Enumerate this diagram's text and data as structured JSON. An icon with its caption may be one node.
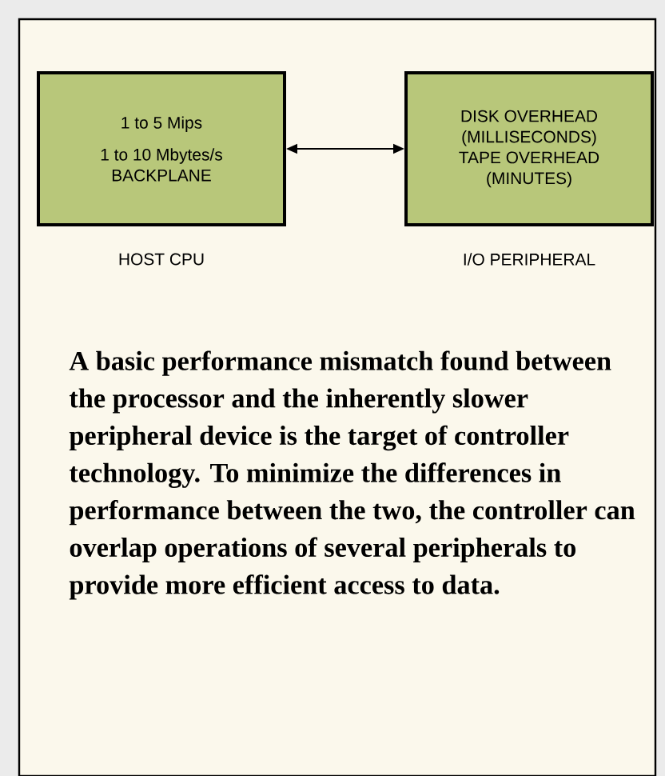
{
  "diagram": {
    "caption": "A basic performance mismatch found between the processor and the inherently slower peripheral device is the target of controller technology. To minimize the differences in performance between the two, the controller can overlap operations of several peripherals to provide more efficient access to data.",
    "nodes": [
      {
        "text": [
          "1 to 5 Mips",
          "1 to 10 Mbytes/s BACKPLANE",
          "HOST CPU"
        ]
      },
      {
        "text": [
          "DISK OVERHEAD (MILLISECONDS)",
          "TAPE OVERHEAD (MINUTES)",
          "I/O PERIPHERAL"
        ]
      }
    ],
    "edges": [
      {
        "from": 0,
        "to": 1,
        "arrow": "both"
      }
    ]
  }
}
